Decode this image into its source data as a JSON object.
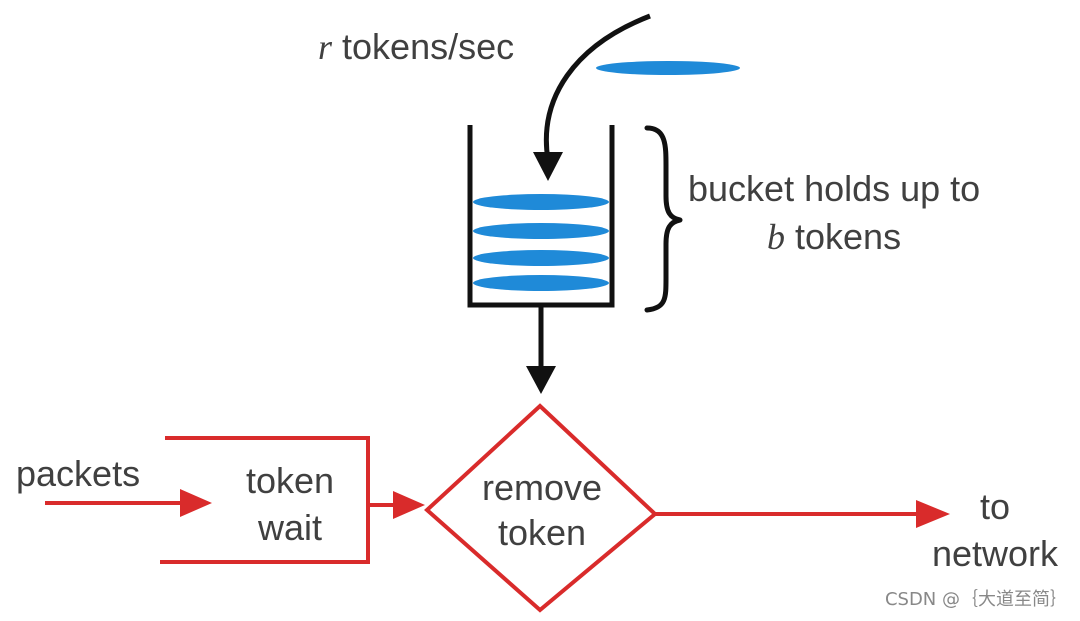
{
  "diagram": {
    "rate_label": {
      "var": "r",
      "text": "tokens/sec"
    },
    "bucket_label": {
      "line1": "bucket holds up to",
      "var": "b",
      "line2_rest": "tokens"
    },
    "packets_label": "packets",
    "token_wait_label": {
      "line1": "token",
      "line2": "wait"
    },
    "remove_token_label": {
      "line1": "remove",
      "line2": "token"
    },
    "network_label": {
      "line1": "to",
      "line2": "network"
    }
  },
  "watermark": "CSDN @｛大道至简｝",
  "colors": {
    "token_blue": "#1f8ad8",
    "flow_red": "#d92b2b",
    "ink_black": "#111111",
    "text_gray": "#404040"
  }
}
